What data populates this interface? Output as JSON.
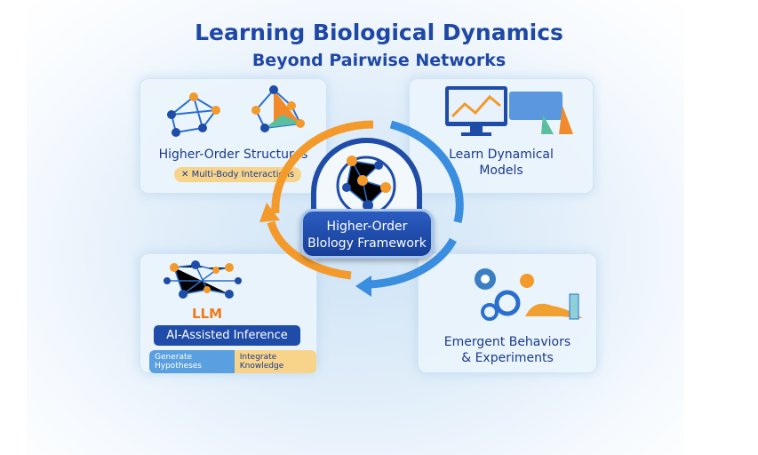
{
  "title": {
    "line1": "Learning Biological Dynamics",
    "line2": "Beyond Pairwise Networks"
  },
  "center": {
    "line1": "Higher-Order",
    "line2": "Blology Framework"
  },
  "panels": {
    "higher_order": {
      "title": "Higher-Order Structures",
      "tag": "Multi-Body Interactions"
    },
    "dynamical": {
      "line1": "Learn Dynamical",
      "line2": "Models"
    },
    "ai": {
      "llm": "LLM",
      "title": "AI-Assisted Inference",
      "tag1": "Generate Hypotheses",
      "tag2": "Integrate Knowledge"
    },
    "emergent": {
      "line1": "Emergent Behaviors",
      "line2": "& Experiments"
    }
  },
  "colors": {
    "navy": "#1f48a6",
    "orange": "#f39a2b",
    "blue": "#3a8ee0"
  }
}
